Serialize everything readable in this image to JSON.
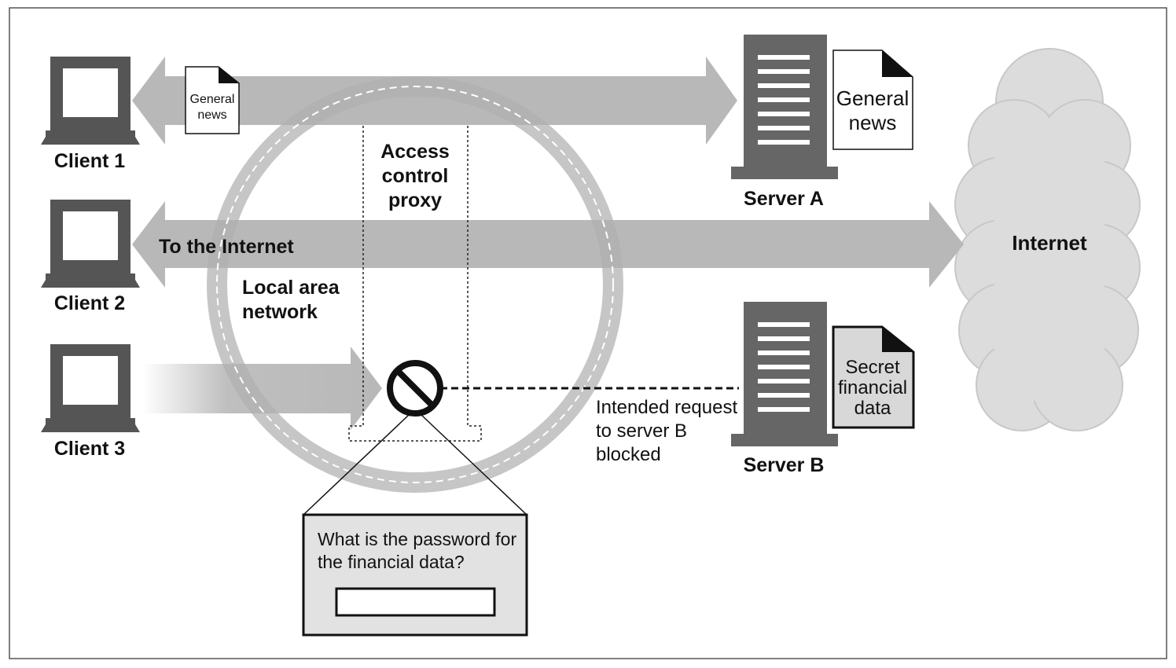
{
  "clients": [
    {
      "label": "Client 1"
    },
    {
      "label": "Client 2"
    },
    {
      "label": "Client 3"
    }
  ],
  "servers": [
    {
      "label": "Server A",
      "doc_lines": [
        "General",
        "news"
      ]
    },
    {
      "label": "Server B",
      "doc_lines": [
        "Secret",
        "financial",
        "data"
      ]
    }
  ],
  "client_doc_lines": [
    "General",
    "news"
  ],
  "internet_label": "Internet",
  "to_internet_label": "To the Internet",
  "lan_lines": [
    "Local area",
    "network"
  ],
  "proxy_lines": [
    "Access",
    "control",
    "proxy"
  ],
  "blocked_lines": [
    "Intended request",
    "to server B",
    "blocked"
  ],
  "prompt_lines": [
    "What is the password for",
    "the financial data?"
  ],
  "password_field_value": ""
}
